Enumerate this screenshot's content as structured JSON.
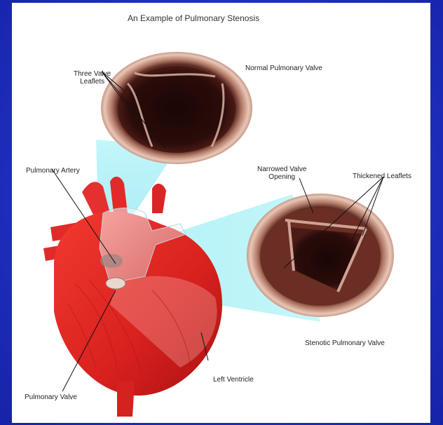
{
  "title": "An Example of Pulmonary Stenosis",
  "labels": {
    "three_valve_leaflets": "Three Valve\nLeaflets",
    "normal_valve": "Normal Pulmonary Valve",
    "pulmonary_artery": "Pulmonary Artery",
    "narrowed_opening": "Narrowed Valve\nOpening",
    "thickened_leaflets": "Thickened Leaflets",
    "stenotic_valve": "Stenotic Pulmonary Valve",
    "left_ventricle": "Left Ventricle",
    "pulmonary_valve": "Pulmonary Valve"
  },
  "colors": {
    "background": "#2233c8",
    "heart_red": "#e22a28",
    "valve_ring": "#c99a8a",
    "valve_dark": "#1e0a08",
    "highlight_cyan": "#7fe8f0"
  }
}
